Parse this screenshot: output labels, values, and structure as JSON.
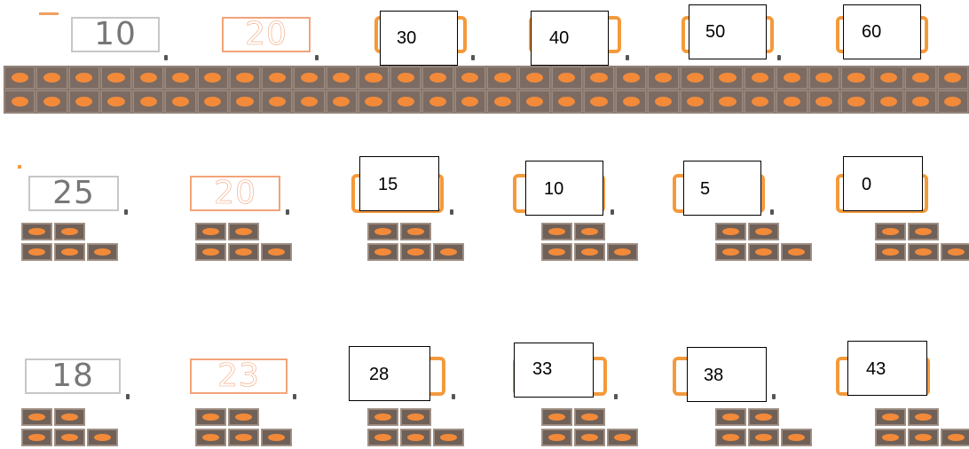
{
  "rows": [
    {
      "printed": [
        "10",
        "20"
      ],
      "answers": [
        "30",
        "40",
        "50",
        "60"
      ]
    },
    {
      "printed": [
        "25",
        "20"
      ],
      "answers": [
        "15",
        "10",
        "5",
        "0"
      ]
    },
    {
      "printed": [
        "18",
        "23"
      ],
      "answers": [
        "28",
        "33",
        "38",
        "43"
      ]
    }
  ],
  "colors": {
    "orange_accent": "#f39a3b",
    "dot_fill": "#f28a3a",
    "block_brown": "#7b6b62"
  },
  "icons": [
    "dot-block-strip",
    "dot-block-group"
  ]
}
